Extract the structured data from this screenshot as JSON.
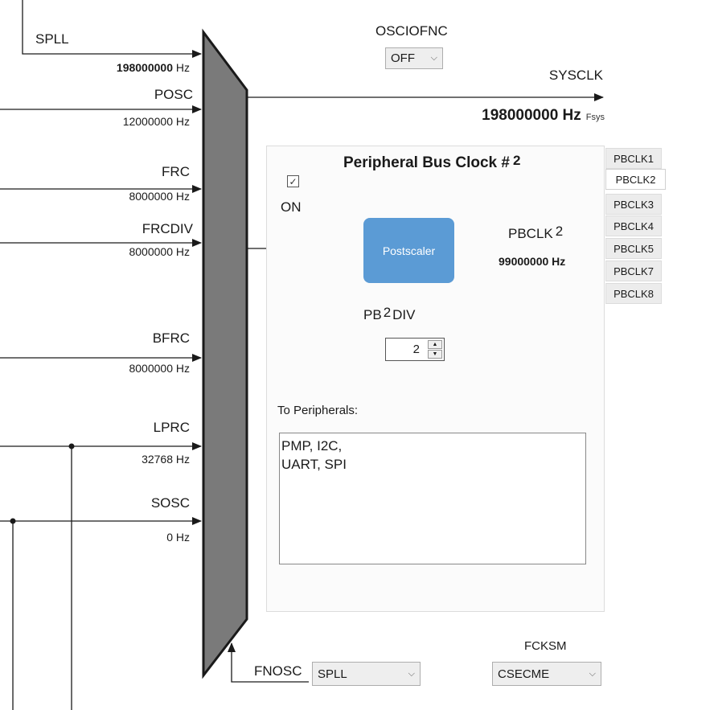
{
  "inputs": [
    {
      "label": "SPLL",
      "freq_value": "198000000",
      "freq_unit": "Hz"
    },
    {
      "label": "POSC",
      "freq": "12000000 Hz"
    },
    {
      "label": "FRC",
      "freq": "8000000 Hz"
    },
    {
      "label": "FRCDIV",
      "freq": "8000000 Hz"
    },
    {
      "label": "BFRC",
      "freq": "8000000 Hz"
    },
    {
      "label": "LPRC",
      "freq": "32768 Hz"
    },
    {
      "label": "SOSC",
      "freq": "0 Hz"
    }
  ],
  "osciofnc": {
    "label": "OSCIOFNC",
    "value": "OFF"
  },
  "sysclk": {
    "label": "SYSCLK",
    "freq": "198000000 Hz",
    "suffix": "Fsys"
  },
  "fnosc": {
    "label": "FNOSC",
    "value": "SPLL"
  },
  "fcksm": {
    "label": "FCKSM",
    "value": "CSECME"
  },
  "panel": {
    "title": "Peripheral Bus Clock #",
    "bus_number": "2",
    "on_label": "ON",
    "on_checked": true,
    "postscaler_label": "Postscaler",
    "output_label": "PBCLK",
    "output_number": "2",
    "output_freq": "99000000 Hz",
    "div_prefix": "PB",
    "div_number": "2",
    "div_suffix": "DIV",
    "div_value": "2",
    "peripherals_heading": "To Peripherals:",
    "peripherals_line1": "PMP, I2C,",
    "peripherals_line2": "UART, SPI"
  },
  "tabs": [
    "PBCLK1",
    "PBCLK2",
    "PBCLK3",
    "PBCLK4",
    "PBCLK5",
    "PBCLK7",
    "PBCLK8"
  ],
  "active_tab": "PBCLK2",
  "colors": {
    "mux": "#7a7a7a",
    "postscaler": "#5b9bd5",
    "line": "#1a1a1a"
  }
}
